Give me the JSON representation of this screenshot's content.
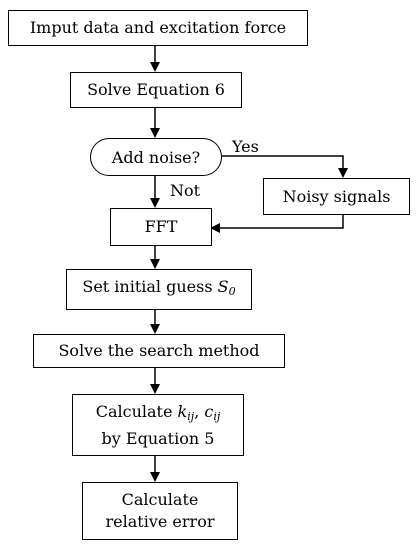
{
  "flowchart": {
    "nodes": {
      "input": {
        "text": "Imput data and excitation force"
      },
      "solve_eq6": {
        "text": "Solve Equation 6"
      },
      "add_noise": {
        "text": "Add noise?"
      },
      "noisy": {
        "text": "Noisy signals"
      },
      "fft": {
        "text": "FFT"
      },
      "initial_guess": {
        "text": "Set initial guess ",
        "math_symbol": "S",
        "math_subscript": "0"
      },
      "search": {
        "text": "Solve the search method"
      },
      "calc_k": {
        "line1_prefix": "Calculate ",
        "k_symbol": "k",
        "k_subscript": "ij",
        "separator": ", ",
        "c_symbol": "c",
        "c_subscript": "ij",
        "line2": "by Equation 5"
      },
      "rel_error": {
        "line1": "Calculate",
        "line2": "relative error"
      }
    },
    "edge_labels": {
      "yes": "Yes",
      "not": "Not"
    }
  }
}
